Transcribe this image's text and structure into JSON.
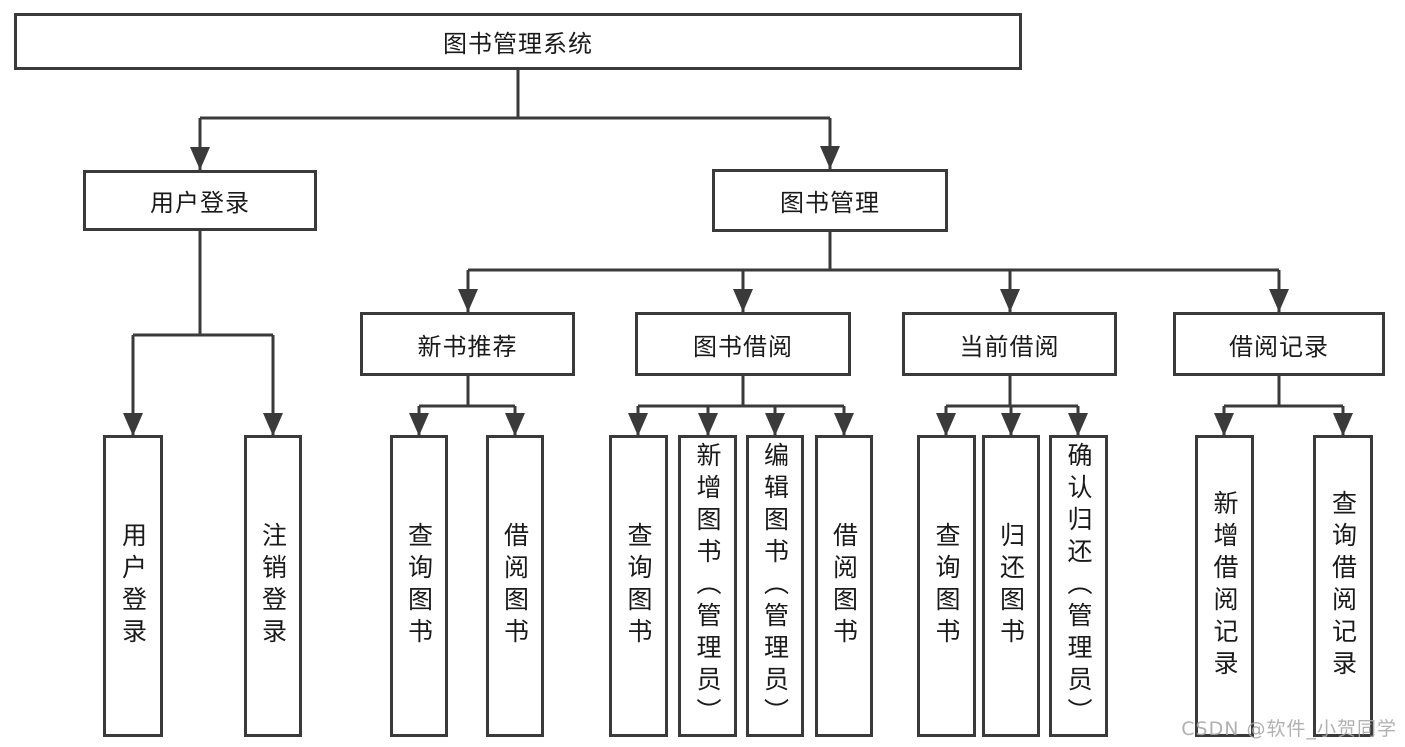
{
  "diagram": {
    "root": {
      "label": "图书管理系统"
    },
    "level2": {
      "user_login": {
        "label": "用户登录"
      },
      "book_management": {
        "label": "图书管理"
      }
    },
    "level3": {
      "new_book_recommend": {
        "label": "新书推荐"
      },
      "book_borrowing": {
        "label": "图书借阅"
      },
      "current_borrowing": {
        "label": "当前借阅"
      },
      "borrowing_records": {
        "label": "借阅记录"
      }
    },
    "leaves": {
      "user_login": {
        "label": "用户登录"
      },
      "logout": {
        "label": "注销登录"
      },
      "nb_query_books": {
        "label": "查询图书"
      },
      "nb_borrow_books": {
        "label": "借阅图书"
      },
      "bb_query_books": {
        "label": "查询图书"
      },
      "bb_add_books": {
        "label": "新增图书（管理员）"
      },
      "bb_edit_books": {
        "label": "编辑图书（管理员）"
      },
      "bb_borrow_books": {
        "label": "借阅图书"
      },
      "cb_query_books": {
        "label": "查询图书"
      },
      "cb_return_books": {
        "label": "归还图书"
      },
      "cb_confirm_return": {
        "label": "确认归还（管理员）"
      },
      "br_add_record": {
        "label": "新增借阅记录"
      },
      "br_query_record": {
        "label": "查询借阅记录"
      }
    }
  },
  "watermark": "CSDN @软件_小贺同学",
  "colors": {
    "line": "#3a3a3a",
    "text": "#1a1a1a",
    "watermark": "#a8a8a8",
    "background": "#ffffff"
  }
}
